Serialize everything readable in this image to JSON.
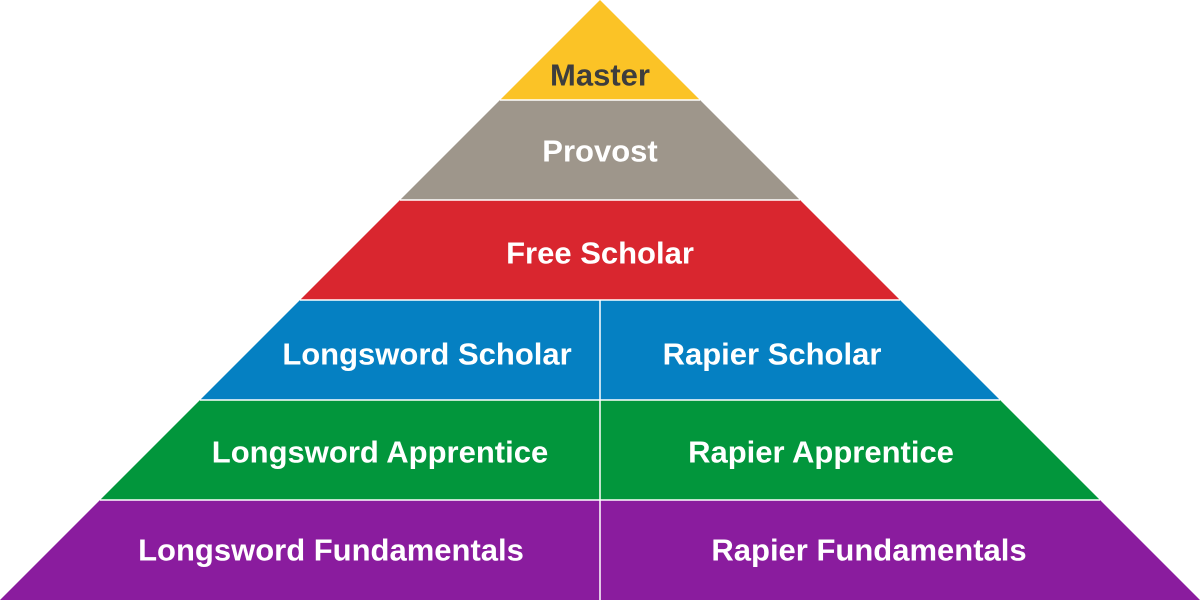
{
  "pyramid": {
    "tiers": [
      {
        "name": "master",
        "color": "#fbc326",
        "text_color": "#3d3d3d",
        "cells": [
          {
            "label": "Master"
          }
        ]
      },
      {
        "name": "provost",
        "color": "#9e968b",
        "text_color": "#ffffff",
        "cells": [
          {
            "label": "Provost"
          }
        ]
      },
      {
        "name": "free-scholar",
        "color": "#d9262f",
        "text_color": "#ffffff",
        "cells": [
          {
            "label": "Free Scholar"
          }
        ]
      },
      {
        "name": "scholar",
        "color": "#0580c2",
        "text_color": "#ffffff",
        "cells": [
          {
            "label": "Longsword Scholar"
          },
          {
            "label": "Rapier Scholar"
          }
        ]
      },
      {
        "name": "apprentice",
        "color": "#02963c",
        "text_color": "#ffffff",
        "cells": [
          {
            "label": "Longsword Apprentice"
          },
          {
            "label": "Rapier Apprentice"
          }
        ]
      },
      {
        "name": "fundamentals",
        "color": "#8a1c9e",
        "text_color": "#ffffff",
        "cells": [
          {
            "label": "Longsword Fundamentals"
          },
          {
            "label": "Rapier Fundamentals"
          }
        ]
      }
    ]
  }
}
